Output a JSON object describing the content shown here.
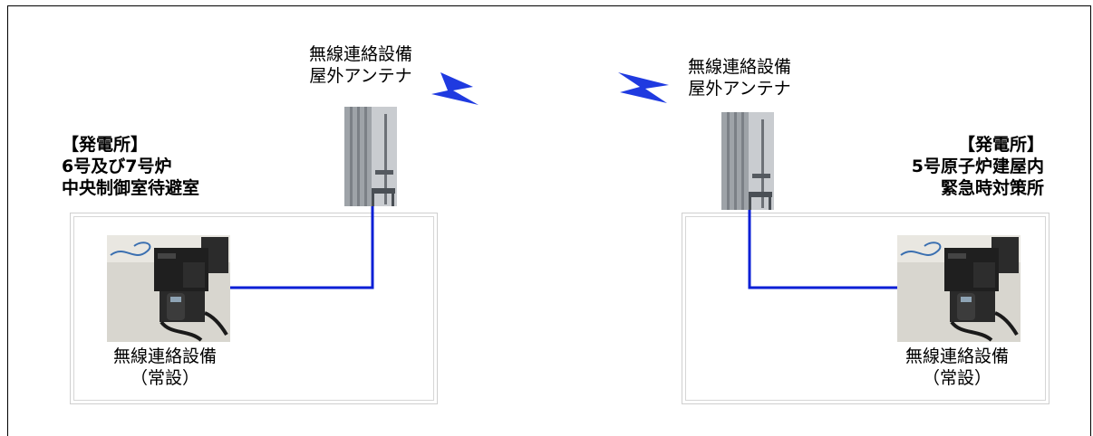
{
  "left_site": {
    "title_lines": [
      "【発電所】",
      "6号及び7号炉",
      "中央制御室待避室"
    ],
    "antenna_label_lines": [
      "無線連絡設備",
      "屋外アンテナ"
    ],
    "device_label_lines": [
      "無線連絡設備",
      "（常設）"
    ]
  },
  "right_site": {
    "title_lines": [
      "【発電所】",
      "5号原子炉建屋内",
      "緊急時対策所"
    ],
    "antenna_label_lines": [
      "無線連絡設備",
      "屋外アンテナ"
    ],
    "device_label_lines": [
      "無線連絡設備",
      "（常設）"
    ]
  },
  "colors": {
    "wire": "#0a1fd6",
    "lightning": "#1f3ae0",
    "box_border": "#cfcfcf"
  },
  "icons": {
    "left_lightning": "lightning-bolt-icon",
    "right_lightning": "lightning-bolt-icon"
  }
}
